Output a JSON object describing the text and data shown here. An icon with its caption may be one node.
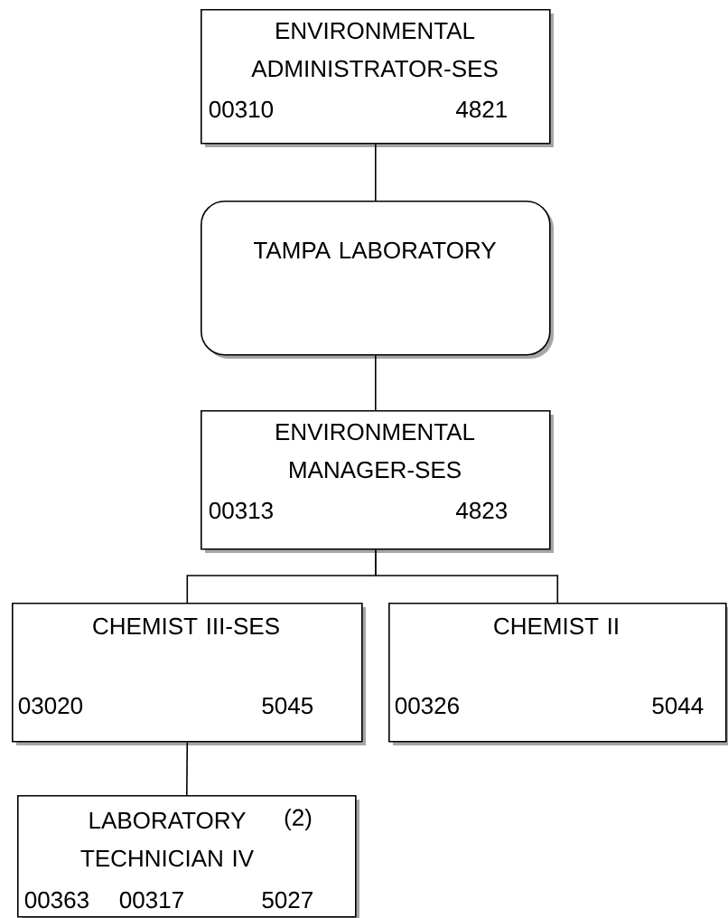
{
  "diagram": {
    "nodes": [
      {
        "text": [
          "ENVIRONMENTAL ADMINISTRATOR-SES",
          "00310",
          "4821"
        ]
      },
      {
        "text": [
          "TAMPA LABORATORY"
        ]
      },
      {
        "text": [
          "ENVIRONMENTAL MANAGER-SES",
          "00313",
          "4823"
        ]
      },
      {
        "text": [
          "CHEMIST III-SES",
          "03020",
          "5045"
        ]
      },
      {
        "text": [
          "CHEMIST II",
          "00326",
          "5044"
        ]
      },
      {
        "text": [
          "LABORATORY TECHNICIAN IV",
          "(2)",
          "00363",
          "00317",
          "5027"
        ]
      }
    ],
    "edges": [
      {
        "from": 0,
        "to": 1,
        "arrow": "none"
      },
      {
        "from": 1,
        "to": 2,
        "arrow": "none"
      },
      {
        "from": 2,
        "to": 3,
        "arrow": "none"
      },
      {
        "from": 2,
        "to": 4,
        "arrow": "none"
      },
      {
        "from": 3,
        "to": 5,
        "arrow": "none"
      }
    ]
  }
}
